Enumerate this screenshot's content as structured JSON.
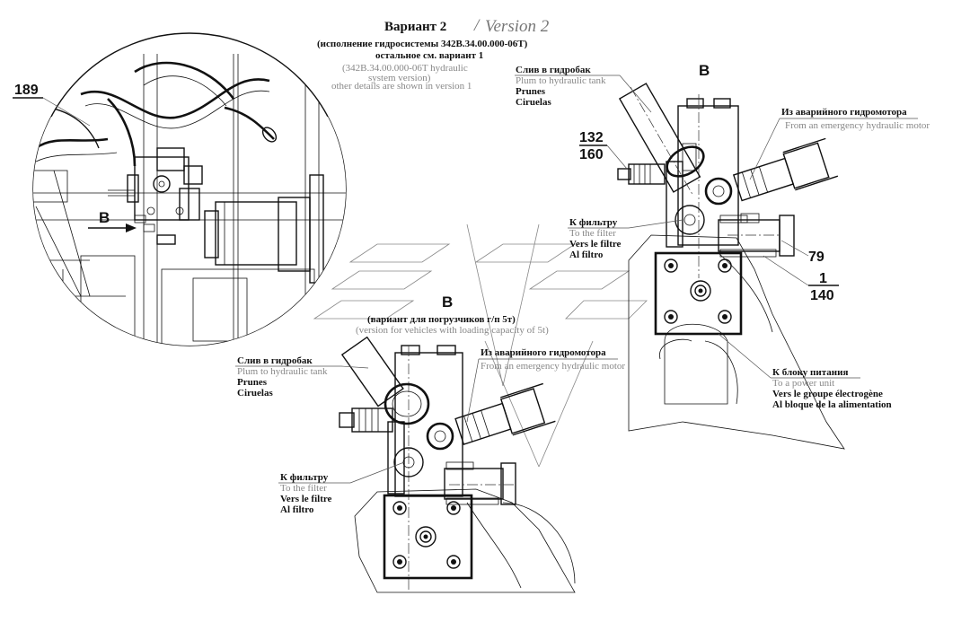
{
  "title": {
    "main": "Вариант 2",
    "separator": "/",
    "version": "Version 2",
    "line1": "(исполнение гидросистемы 342В.34.00.000-06Т)",
    "line2": "остальное см. вариант 1",
    "line3": "(342B.34.00.000-06T hydraulic",
    "line4": "system version)",
    "line5": "other details are shown in version 1"
  },
  "view_letters": {
    "detail_arrow": "B",
    "view_right": "B",
    "view_bottom": "B"
  },
  "bottom_view_caption": {
    "ru": "(вариант для погрузчиков г/п 5т)",
    "en": "(version for vehicles with loading capacity of 5t)"
  },
  "callouts": {
    "drain_top": {
      "ru": "Слив в гидробак",
      "en": "Plum to hydraulic tank",
      "fr": "Prunes",
      "es": "Ciruelas"
    },
    "emergency_top": {
      "ru": "Из аварийного гидромотора",
      "en": "From an emergency hydraulic motor"
    },
    "filter_top": {
      "ru": "К фильтру",
      "en": "To the filter",
      "fr": "Vers le filtre",
      "es": "Al filtro"
    },
    "power_unit": {
      "ru": "К блоку питания",
      "en": "To a power unit",
      "fr": "Vers le groupe électrogène",
      "es": "Al bloque de la alimentation"
    },
    "drain_bottom": {
      "ru": "Слив в гидробак",
      "en": "Plum to hydraulic tank",
      "fr": "Prunes",
      "es": "Ciruelas"
    },
    "emergency_bottom": {
      "ru": "Из аварийного гидромотора",
      "en": "From an emergency hydraulic motor"
    },
    "filter_bottom": {
      "ru": "К фильтру",
      "en": "To the filter",
      "fr": "Vers le filtre",
      "es": "Al filtro"
    }
  },
  "part_numbers": {
    "p189": "189",
    "p132": "132",
    "p160": "160",
    "p79": "79",
    "p1": "1",
    "p140": "140"
  }
}
